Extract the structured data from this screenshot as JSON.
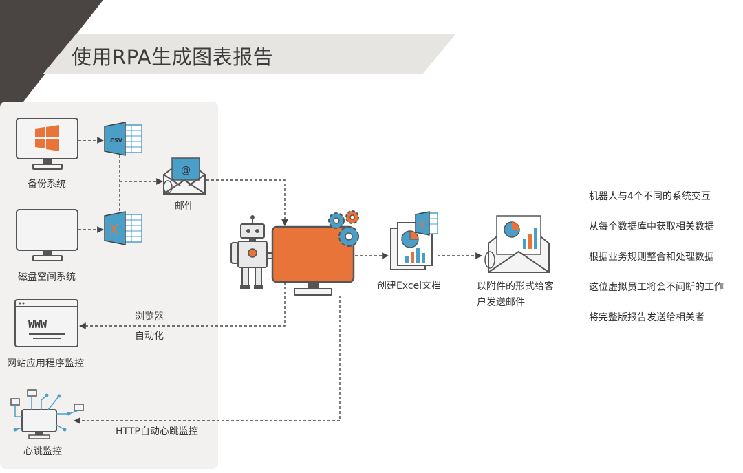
{
  "title": "使用RPA生成图表报告",
  "sources": {
    "backup": "备份系统",
    "disk": "磁盘空间系统",
    "website": "网站应用程序监控",
    "heartbeat": "心跳监控"
  },
  "file_labels": {
    "csv": "CSV",
    "excel_x": "X",
    "www": "WWW"
  },
  "email_label": "邮件",
  "browser_auto": {
    "line1": "浏览器",
    "line2": "自动化"
  },
  "http_label": "HTTP自动心跳监控",
  "create_excel": "创建Excel文档",
  "send_mail": {
    "line1": "以附件的形式给客",
    "line2": "户发送邮件"
  },
  "bullets": [
    "机器人与4个不同的系统交互",
    "从每个数据库中获取相关数据",
    "根据业务规则整合和处理数据",
    "这位虚拟员工将会不间断的工作",
    "将完整版报告发送给相关者"
  ],
  "colors": {
    "orange": "#e8743a",
    "blue": "#4a9fc9",
    "dark": "#444444",
    "panel": "#f2f1ef",
    "banner": "#e7e5e1"
  }
}
